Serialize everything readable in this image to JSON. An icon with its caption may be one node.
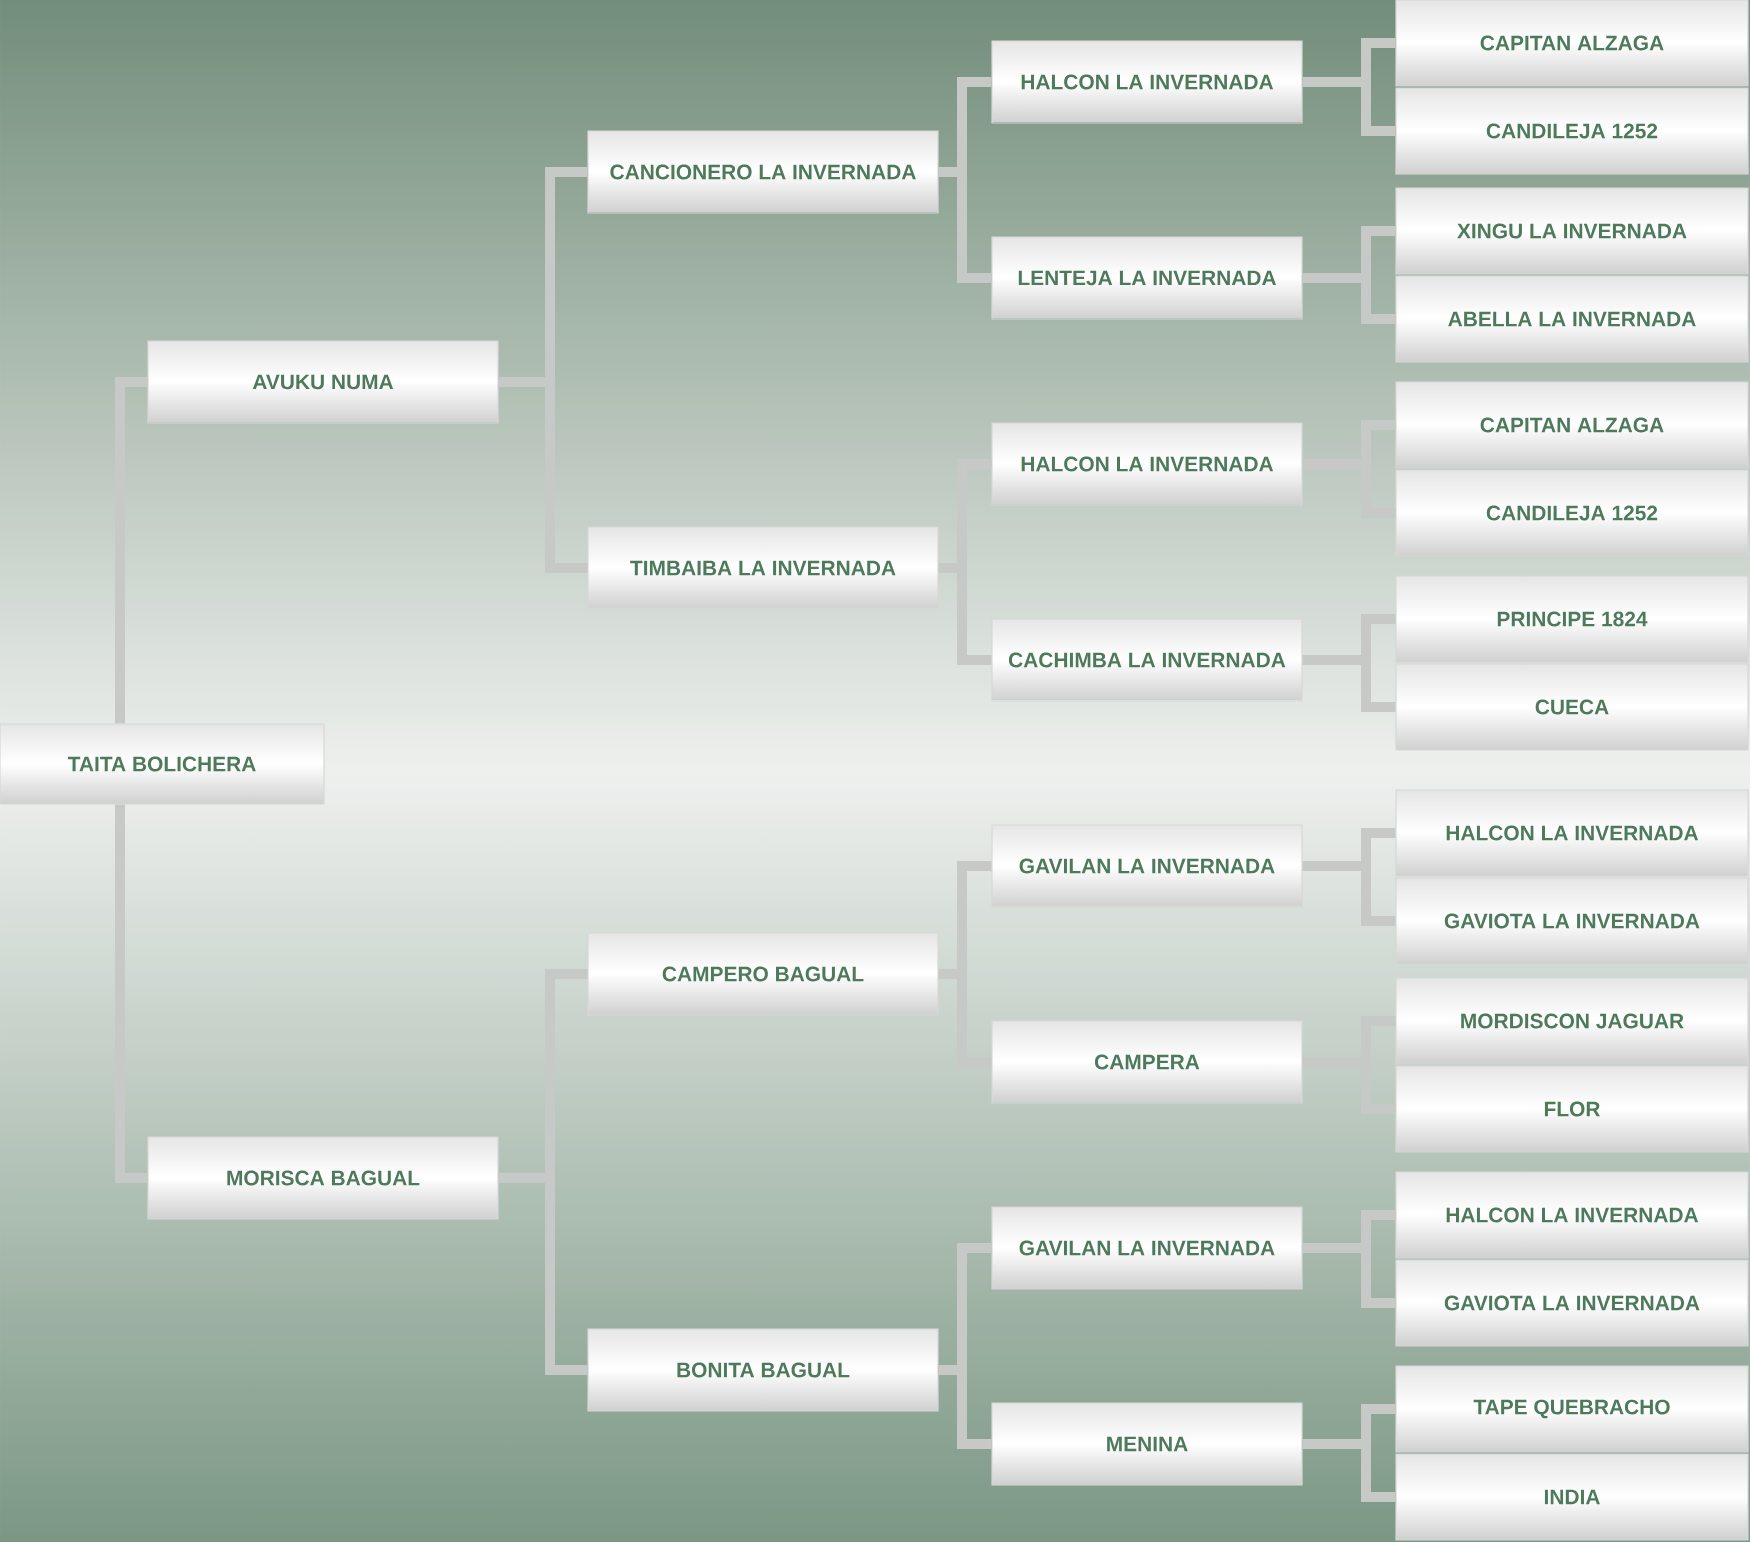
{
  "diagram": {
    "nodes": [
      {
        "text": [
          "TAITA BOLICHERA"
        ]
      },
      {
        "text": [
          "AVUKU NUMA"
        ]
      },
      {
        "text": [
          "MORISCA BAGUAL"
        ]
      },
      {
        "text": [
          "CANCIONERO LA INVERNADA"
        ]
      },
      {
        "text": [
          "TIMBAIBA LA INVERNADA"
        ]
      },
      {
        "text": [
          "CAMPERO BAGUAL"
        ]
      },
      {
        "text": [
          "BONITA BAGUAL"
        ]
      },
      {
        "text": [
          "HALCON LA INVERNADA"
        ]
      },
      {
        "text": [
          "LENTEJA LA INVERNADA"
        ]
      },
      {
        "text": [
          "HALCON LA INVERNADA"
        ]
      },
      {
        "text": [
          "CACHIMBA LA INVERNADA"
        ]
      },
      {
        "text": [
          "GAVILAN LA INVERNADA"
        ]
      },
      {
        "text": [
          "CAMPERA"
        ]
      },
      {
        "text": [
          "GAVILAN LA INVERNADA"
        ]
      },
      {
        "text": [
          "MENINA"
        ]
      },
      {
        "text": [
          "CAPITAN ALZAGA"
        ]
      },
      {
        "text": [
          "CANDILEJA 1252"
        ]
      },
      {
        "text": [
          "XINGU LA INVERNADA"
        ]
      },
      {
        "text": [
          "ABELLA LA INVERNADA"
        ]
      },
      {
        "text": [
          "CAPITAN ALZAGA"
        ]
      },
      {
        "text": [
          "CANDILEJA 1252"
        ]
      },
      {
        "text": [
          "PRINCIPE 1824"
        ]
      },
      {
        "text": [
          "CUECA"
        ]
      },
      {
        "text": [
          "HALCON LA INVERNADA"
        ]
      },
      {
        "text": [
          "GAVIOTA LA INVERNADA"
        ]
      },
      {
        "text": [
          "MORDISCON JAGUAR"
        ]
      },
      {
        "text": [
          "FLOR"
        ]
      },
      {
        "text": [
          "HALCON LA INVERNADA"
        ]
      },
      {
        "text": [
          "GAVIOTA LA INVERNADA"
        ]
      },
      {
        "text": [
          "TAPE QUEBRACHO"
        ]
      },
      {
        "text": [
          "INDIA"
        ]
      }
    ],
    "edges": [
      {
        "from": 0,
        "to": 1,
        "arrow": "none"
      },
      {
        "from": 0,
        "to": 2,
        "arrow": "none"
      },
      {
        "from": 1,
        "to": 3,
        "arrow": "none"
      },
      {
        "from": 1,
        "to": 4,
        "arrow": "none"
      },
      {
        "from": 2,
        "to": 5,
        "arrow": "none"
      },
      {
        "from": 2,
        "to": 6,
        "arrow": "none"
      },
      {
        "from": 3,
        "to": 7,
        "arrow": "none"
      },
      {
        "from": 3,
        "to": 8,
        "arrow": "none"
      },
      {
        "from": 4,
        "to": 9,
        "arrow": "none"
      },
      {
        "from": 4,
        "to": 10,
        "arrow": "none"
      },
      {
        "from": 5,
        "to": 11,
        "arrow": "none"
      },
      {
        "from": 5,
        "to": 12,
        "arrow": "none"
      },
      {
        "from": 6,
        "to": 13,
        "arrow": "none"
      },
      {
        "from": 6,
        "to": 14,
        "arrow": "none"
      },
      {
        "from": 7,
        "to": 15,
        "arrow": "none"
      },
      {
        "from": 7,
        "to": 16,
        "arrow": "none"
      },
      {
        "from": 8,
        "to": 17,
        "arrow": "none"
      },
      {
        "from": 8,
        "to": 18,
        "arrow": "none"
      },
      {
        "from": 9,
        "to": 19,
        "arrow": "none"
      },
      {
        "from": 9,
        "to": 20,
        "arrow": "none"
      },
      {
        "from": 10,
        "to": 21,
        "arrow": "none"
      },
      {
        "from": 10,
        "to": 22,
        "arrow": "none"
      },
      {
        "from": 11,
        "to": 23,
        "arrow": "none"
      },
      {
        "from": 11,
        "to": 24,
        "arrow": "none"
      },
      {
        "from": 12,
        "to": 25,
        "arrow": "none"
      },
      {
        "from": 12,
        "to": 26,
        "arrow": "none"
      },
      {
        "from": 13,
        "to": 27,
        "arrow": "none"
      },
      {
        "from": 13,
        "to": 28,
        "arrow": "none"
      },
      {
        "from": 14,
        "to": 29,
        "arrow": "none"
      },
      {
        "from": 14,
        "to": 30,
        "arrow": "none"
      }
    ]
  }
}
